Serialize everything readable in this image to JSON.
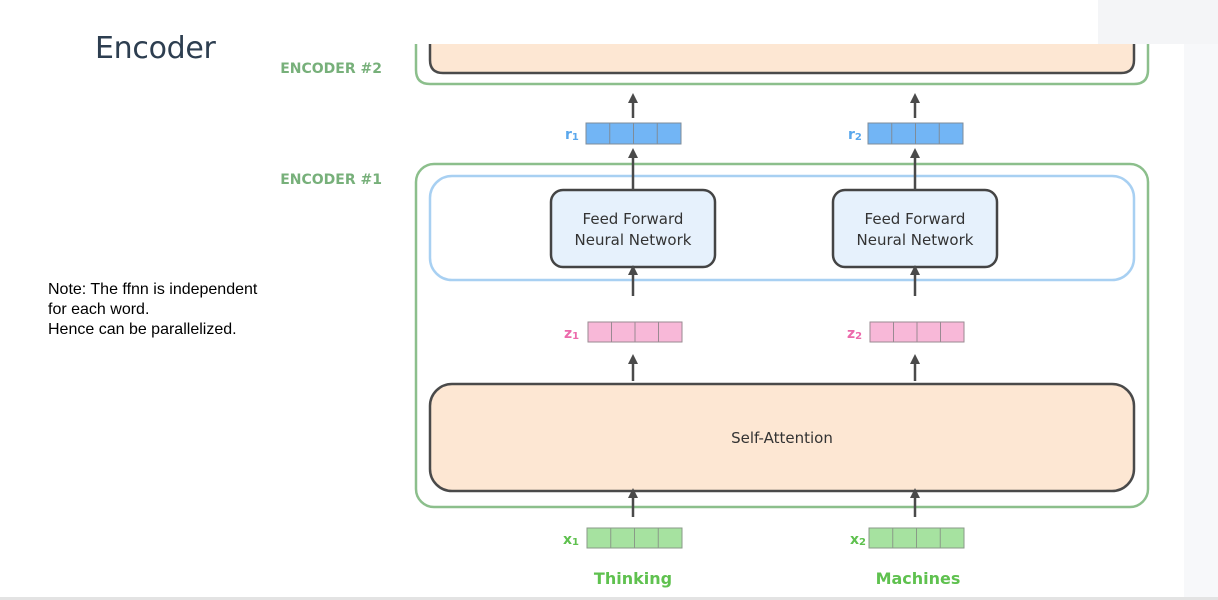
{
  "slide": {
    "title": "Encoder",
    "note_lines": [
      "Note: The ffnn is independent",
      "for each word.",
      "Hence can be parallelized."
    ]
  },
  "diagram": {
    "encoder2_label": "ENCODER #2",
    "encoder1_label": "ENCODER #1",
    "ffnn_box_1": [
      "Feed Forward",
      "Neural Network"
    ],
    "ffnn_box_2": [
      "Feed Forward",
      "Neural Network"
    ],
    "self_attention_label": "Self-Attention",
    "columns": [
      {
        "r_label": "r",
        "r_sub": "1",
        "z_label": "z",
        "z_sub": "1",
        "x_label": "x",
        "x_sub": "1",
        "word": "Thinking"
      },
      {
        "r_label": "r",
        "r_sub": "2",
        "z_label": "z",
        "z_sub": "2",
        "x_label": "x",
        "x_sub": "2",
        "word": "Machines"
      }
    ],
    "colors": {
      "encoder_border": "#8cbf8c",
      "encoder_label": "#77b07a",
      "ffnn_group_border": "#a8d0f2",
      "ffnn_box_fill": "#e6f1fc",
      "ffnn_box_border": "#444444",
      "self_attention_fill": "#fde7d3",
      "r_vector": "#72b5f5",
      "r_label": "#5aa7ec",
      "z_vector": "#f8b8d8",
      "z_label": "#ec6aab",
      "x_vector": "#a6e2a0",
      "x_label": "#5fc14f",
      "arrow": "#4a4a4a"
    }
  }
}
